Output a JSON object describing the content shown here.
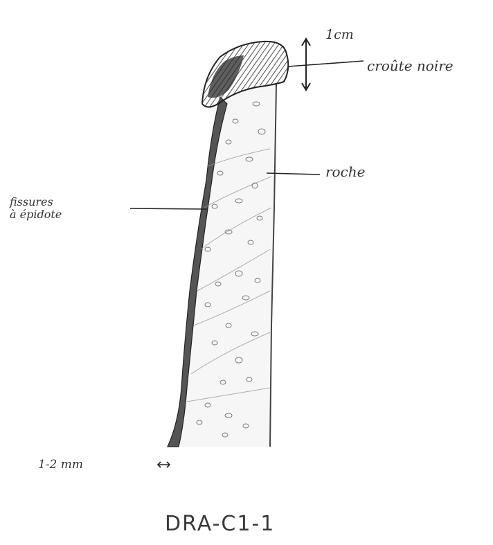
{
  "labels": {
    "thickness": "1cm",
    "crust": "croûte noire",
    "rock": "roche",
    "fissures_line1": "fissures",
    "fissures_line2": "à épidote",
    "scale": "1-2 mm",
    "sample_id": "DRA-C1-1"
  }
}
